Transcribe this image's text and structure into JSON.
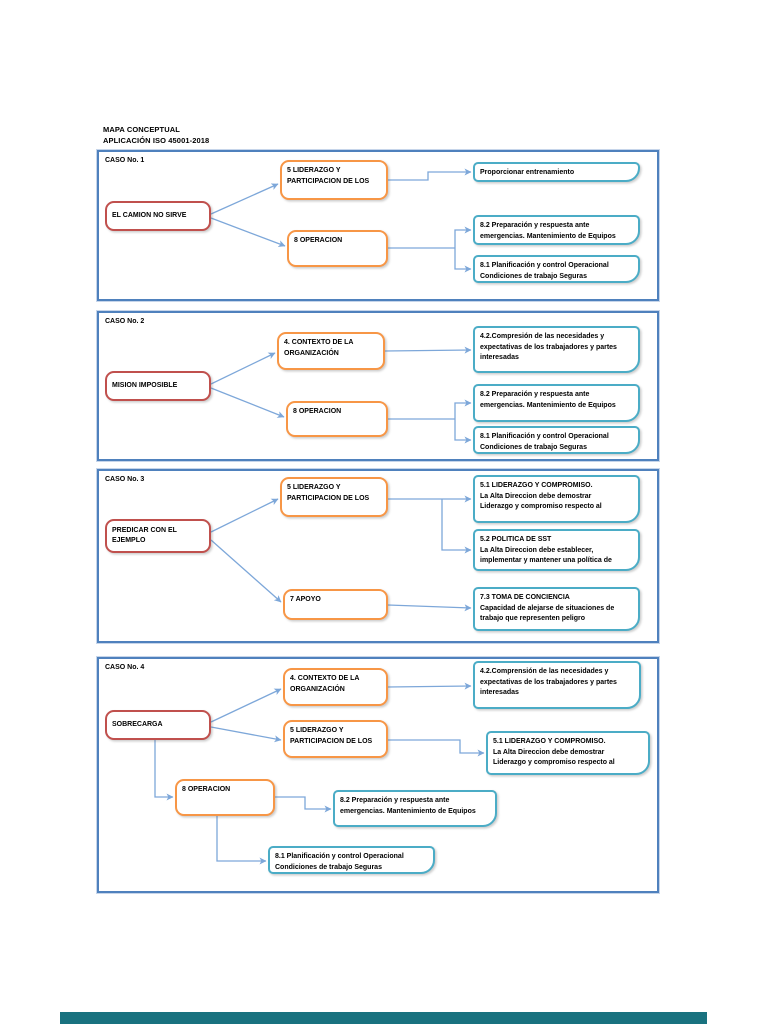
{
  "document": {
    "title": "MAPA CONCEPTUAL\nAPLICACIÓN ISO 45001-2018"
  },
  "colors": {
    "case_border_blue": "#4f81bd",
    "source_box_red": "#c0504d",
    "clause_box_orange": "#f79646",
    "detail_box_cyan": "#4bacc6",
    "connector_blue": "#7da7d9",
    "next_page_strip_teal": "#19727f"
  },
  "cases": [
    {
      "label": "CASO No. 1",
      "source": "EL CAMION NO SIRVE",
      "nodes": [
        "5 LIDERAZGO Y\nPARTICIPACION DE LOS",
        "8 OPERACION"
      ],
      "outputs": [
        "Proporcionar entrenamiento",
        "8.2 Preparación y respuesta ante\nemergencias. Mantenimiento de Equipos",
        "8.1 Planificación y control Operacional\nCondiciones de trabajo Seguras"
      ]
    },
    {
      "label": "CASO No. 2",
      "source": "MISION IMPOSIBLE",
      "nodes": [
        "4. CONTEXTO DE LA\nORGANIZACIÓN",
        "8 OPERACION"
      ],
      "outputs": [
        "4.2.Compresión de las necesidades y\nexpectativas de los trabajadores y partes\ninteresadas",
        "8.2 Preparación y respuesta ante\nemergencias. Mantenimiento de Equipos",
        "8.1 Planificación y control Operacional\nCondiciones de trabajo Seguras"
      ]
    },
    {
      "label": "CASO No. 3",
      "source": "PREDICAR CON EL\nEJEMPLO",
      "nodes": [
        "5 LIDERAZGO  Y\nPARTICIPACION DE LOS",
        "7 APOYO"
      ],
      "outputs": [
        "5.1 LIDERAZGO Y COMPROMISO.\nLa Alta Direccion debe demostrar\nLiderazgo y compromiso respecto al",
        "5.2 POLITICA DE SST\nLa Alta Direccion debe establecer,\nimplementar y mantener una política de",
        "7.3 TOMA DE CONCIENCIA\nCapacidad de alejarse de situaciones de\ntrabajo que representen peligro"
      ]
    },
    {
      "label": "CASO No. 4",
      "source": "SOBRECARGA",
      "nodes": [
        "4. CONTEXTO DE LA\nORGANIZACIÓN",
        "5 LIDERAZGO  Y\nPARTICIPACION DE LOS",
        "8 OPERACION"
      ],
      "outputs": [
        "4.2.Comprensión de las necesidades y\nexpectativas de los trabajadores y partes\ninteresadas",
        "5.1 LIDERAZGO Y COMPROMISO.\nLa Alta Direccion debe demostrar\nLiderazgo y compromiso respecto al",
        "8.2 Preparación y respuesta ante\nemergencias. Mantenimiento de Equipos",
        "8.1 Planificación y control Operacional\nCondiciones de trabajo Seguras"
      ]
    }
  ]
}
